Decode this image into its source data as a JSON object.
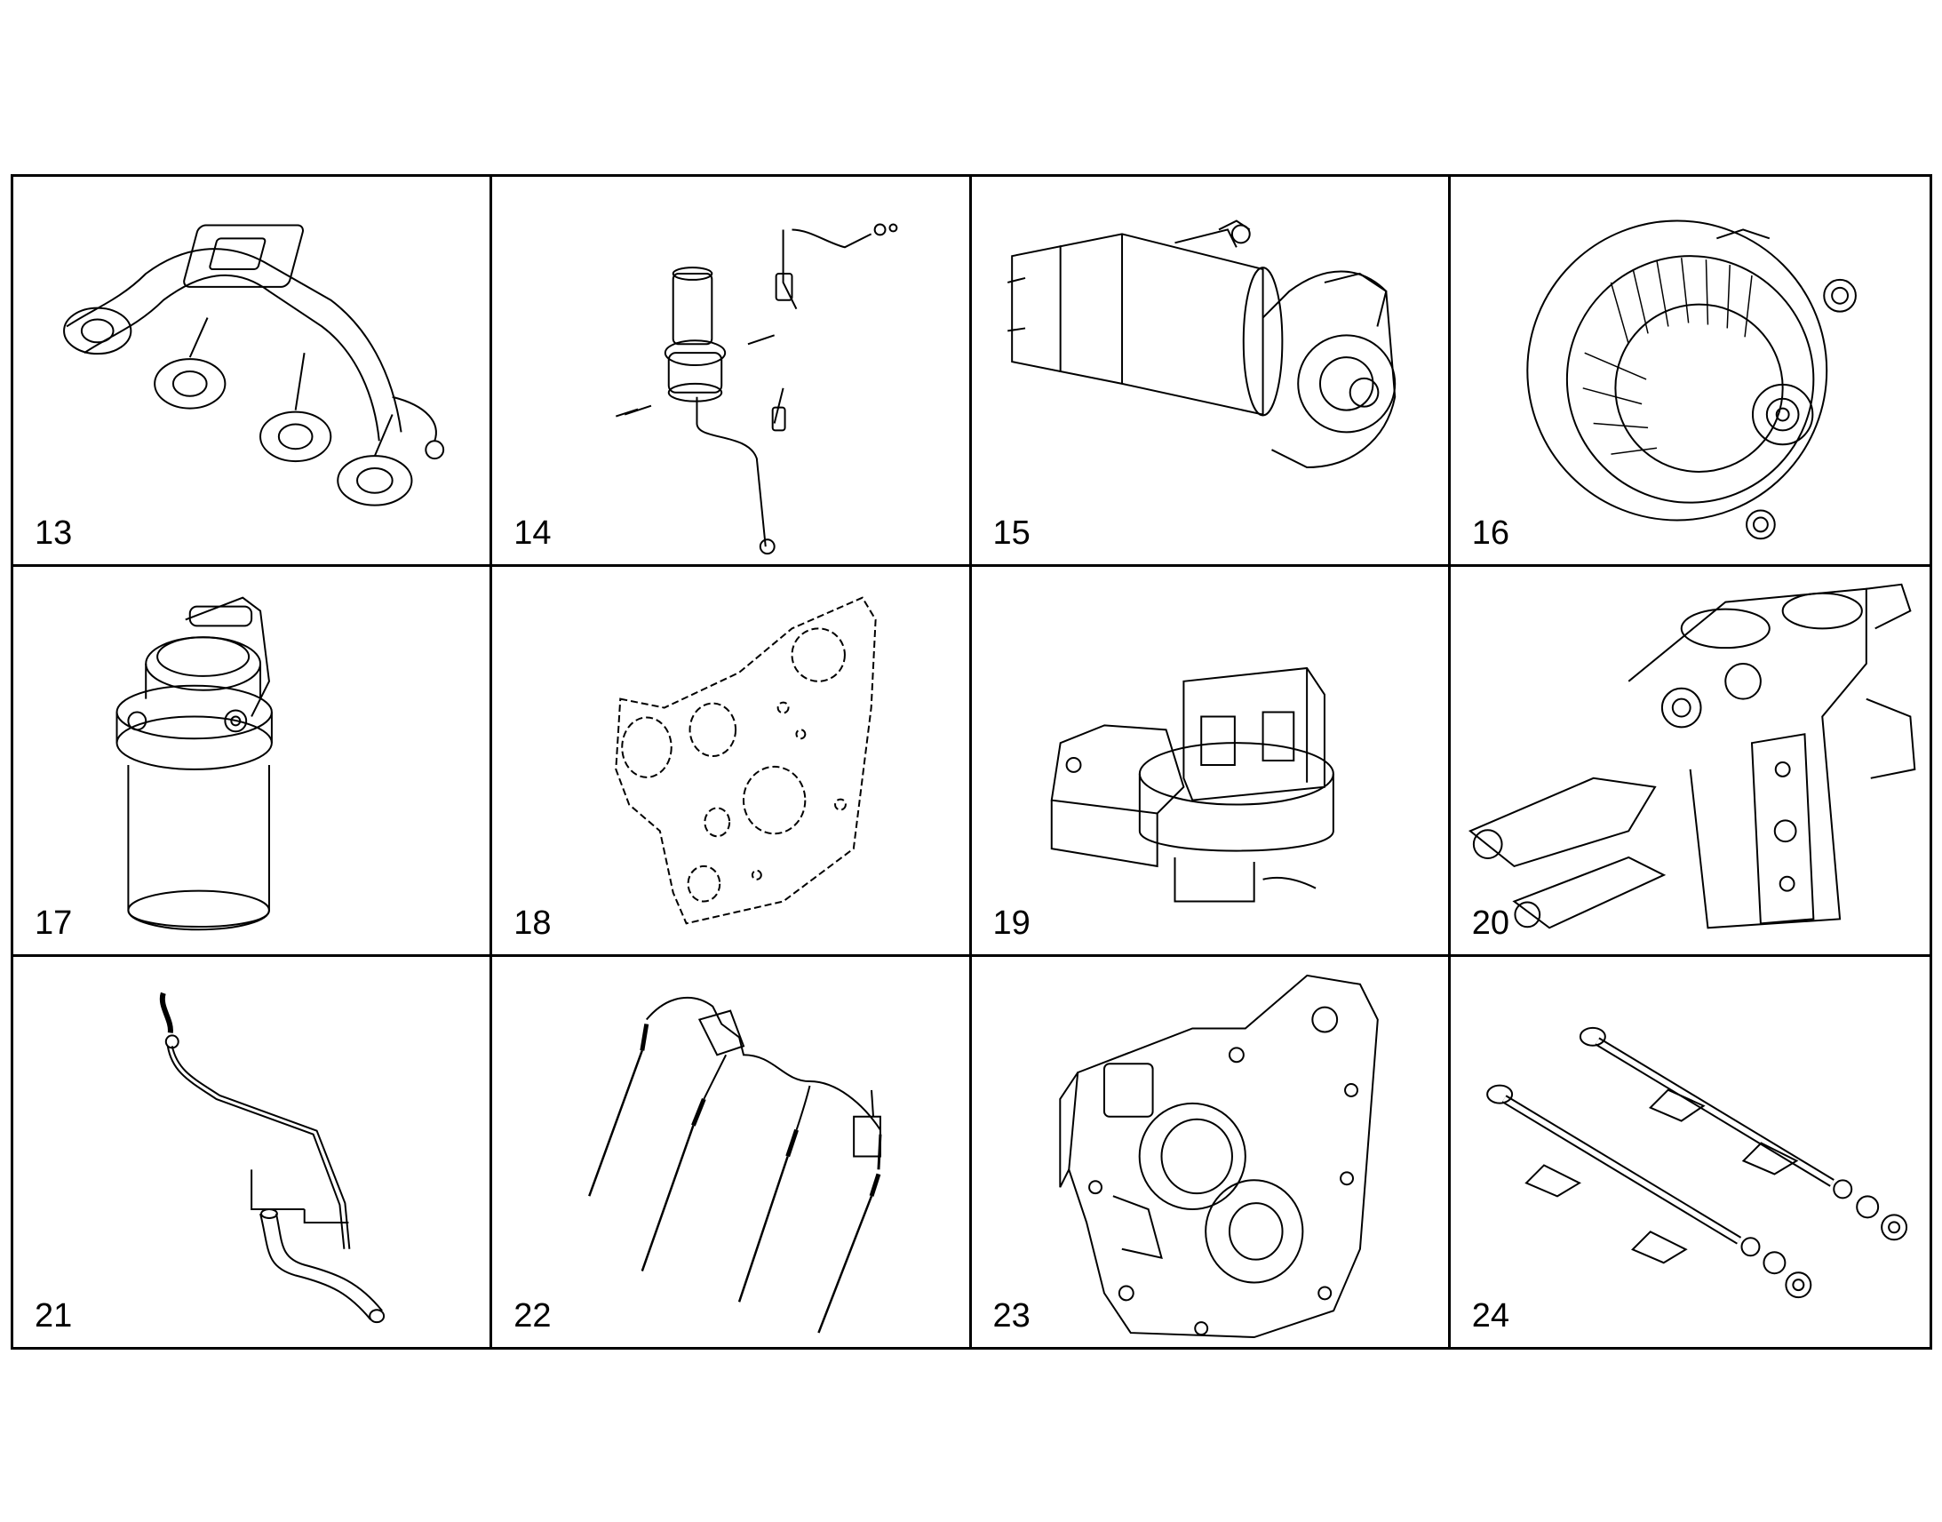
{
  "colors": {
    "line": "#000000",
    "background": "#ffffff"
  },
  "cells": [
    {
      "number": "13",
      "icon": "exhaust-manifold-icon"
    },
    {
      "number": "14",
      "icon": "fuel-filter-kit-icon"
    },
    {
      "number": "15",
      "icon": "starter-motor-icon"
    },
    {
      "number": "16",
      "icon": "alternator-icon"
    },
    {
      "number": "17",
      "icon": "fuel-filter-housing-icon"
    },
    {
      "number": "18",
      "icon": "gasket-plate-icon"
    },
    {
      "number": "19",
      "icon": "fuel-pump-icon"
    },
    {
      "number": "20",
      "icon": "thermostat-housing-icon"
    },
    {
      "number": "21",
      "icon": "dipstick-tube-icon"
    },
    {
      "number": "22",
      "icon": "glow-plug-harness-icon"
    },
    {
      "number": "23",
      "icon": "timing-gear-cover-icon"
    },
    {
      "number": "24",
      "icon": "balancer-shaft-icon"
    }
  ]
}
